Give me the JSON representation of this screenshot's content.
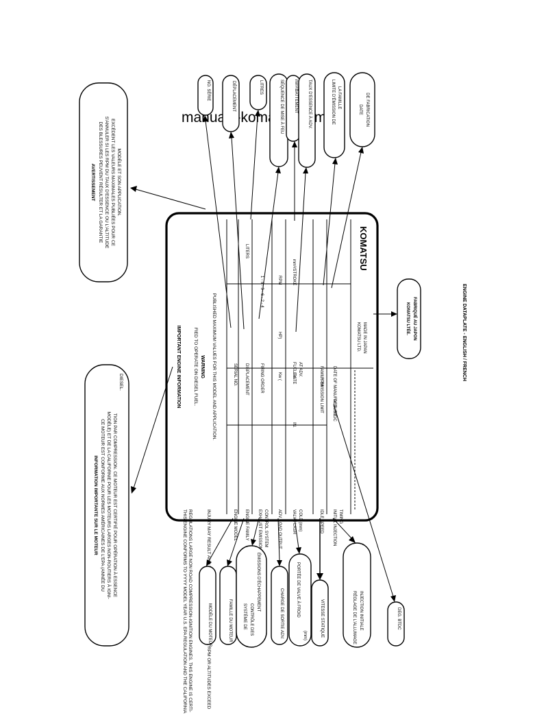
{
  "watermark": "manuals-komatsu.com",
  "figure_caption": "ENGINE DATAPLATE - ENGLISH / FRENCH",
  "plate": {
    "header": {
      "title": "IMPORTANT ENGINE INFORMATION",
      "lines": [
        "THIS ENGINE CONFORMS TO YYYY MODEL YEAR U.S. EPA REGULATION AND THE CALIFORNIA",
        "REGULATIONS LARGE NON ROAD COMPRESSION-IGNITION ENGINES. THIS ENGINE IS CERTI-",
        "FIED TO OPERATE ON DIESEL FUEL."
      ],
      "warning_title": "WARNING",
      "warning_lines": [
        "INJURY MAY RESULT AND WARRANTY IS VOIDED IF FUEL RATE RPM OR ALTITUDES EXCEED",
        "PUBLISHED MAXIMUM VALUES FOR THIS MODEL AND APPLICATION."
      ]
    },
    "fields": {
      "engine_model": "ENGINE MODEL",
      "serial_no": "SERIAL NO.",
      "engine_family": "ENGINE FAMILY",
      "displacement": "DISPLACEMENT",
      "liters": "LITERS",
      "exhaust_1": "EXHAUST EMISSION",
      "exhaust_2": "CONTROL SYSTEM",
      "firing_order": "FIRING ORDER",
      "firing_values": "1 - 5 - 3 - 6 - 2 - 4",
      "adv_load_output": "ADV. LOAD OUTPUT",
      "kw": "Kw (",
      "hp": "HP)",
      "rpm_1": "RPM",
      "valve_lash_1": "VALVE LASH",
      "valve_lash_2": "COLD (mm)",
      "in": "IN.",
      "ex": "EX.",
      "fuel_rate_1": "FUEL RATE",
      "fuel_rate_2": "AT ADV.",
      "stroke": "mm³/STROKE",
      "idle_speed": "IDLE SPEED",
      "rpm_2": "RPM",
      "family_emission_limit": "FAMILY EMISSION LIMIT",
      "initial_injection_1": "INITIAL INJECTION",
      "initial_injection_2": "TIMING",
      "deg_btdc": "DEG. BTDC",
      "date_of_manufacture": "DATE OF MANUFACTURE",
      "maker_1": "KOMATSU LTD.",
      "maker_2": "MADE IN JAPAN",
      "logo": "KOMATSU"
    }
  },
  "callouts": {
    "avertissement": {
      "title": "AVERTISSEMENT",
      "lines": [
        "DES BLESSURES PEUVENT RÉSULTER ET LA GARANTIE",
        "S'ANNULER SI LES RPM DU TAUX D'ESSENCE OU L'ALTITUDE",
        "EXCÈDENT LES VALEURS MAXIMALES PUBLIÉES POUR CE",
        "MODÈLE ET SON APPLICATION."
      ]
    },
    "information": {
      "title": "INFORMATION IMPORTANTE SUR LE MOTEUR",
      "lines": [
        "CE MOTEUR EST CONFORME AUX NORMES AMÉRICAINES DE L'EPA (ANNÉE DU",
        "MODÈLE) ET DE LA CALIFORNIE POUR LES MOTEURS LARGES NON-ROUTIERS À IGNI-",
        "TION PAR COMPRESSION. CE MOTEUR EST CERTIFIÉ POUR OPÉRATION À ESSENCE",
        "DIESEL."
      ]
    },
    "no_serie": "NO. SÉRIE",
    "deplacement": "DÉPLACEMENT",
    "litres": "LITRES",
    "sequence": "SÉQUENCE DE MISE À FEU",
    "battement": "mm³/BATTEMENT",
    "taux_essence": "TAUX D'ESSENCE À ADV.",
    "limite_1": "LIMITE D'ÉMISSION DE",
    "limite_2": "LA FAMILLE",
    "date_1": "DATE",
    "date_2": "DE FABRICATION",
    "komatsu_1": "KOMATSU LTÉE.",
    "komatsu_2": "FABRIQUÉ AU JAPON",
    "modele_moteur": "MODÈLE DU MOTEUR",
    "famille_moteur": "FAMILLE DU MOTEUR",
    "systeme_1": "SYSTÈME DE",
    "systeme_2": "CONTRÔLE DES",
    "systeme_3": "ÉMISSIONS D'ÉCHAPPEMENT",
    "charge": "CHARGE DE SORTIE ADV.",
    "portee_1": "PORTÉE DE VALVE À FROID",
    "portee_2": "(mm)",
    "vitesse": "VITESSE STATIQUE",
    "reglage_1": "RÉGLAGE DE L'ALLUMAGE",
    "reglage_2": "INJECTION INITIALE",
    "deg_btdc": "DEG. BTDC"
  }
}
